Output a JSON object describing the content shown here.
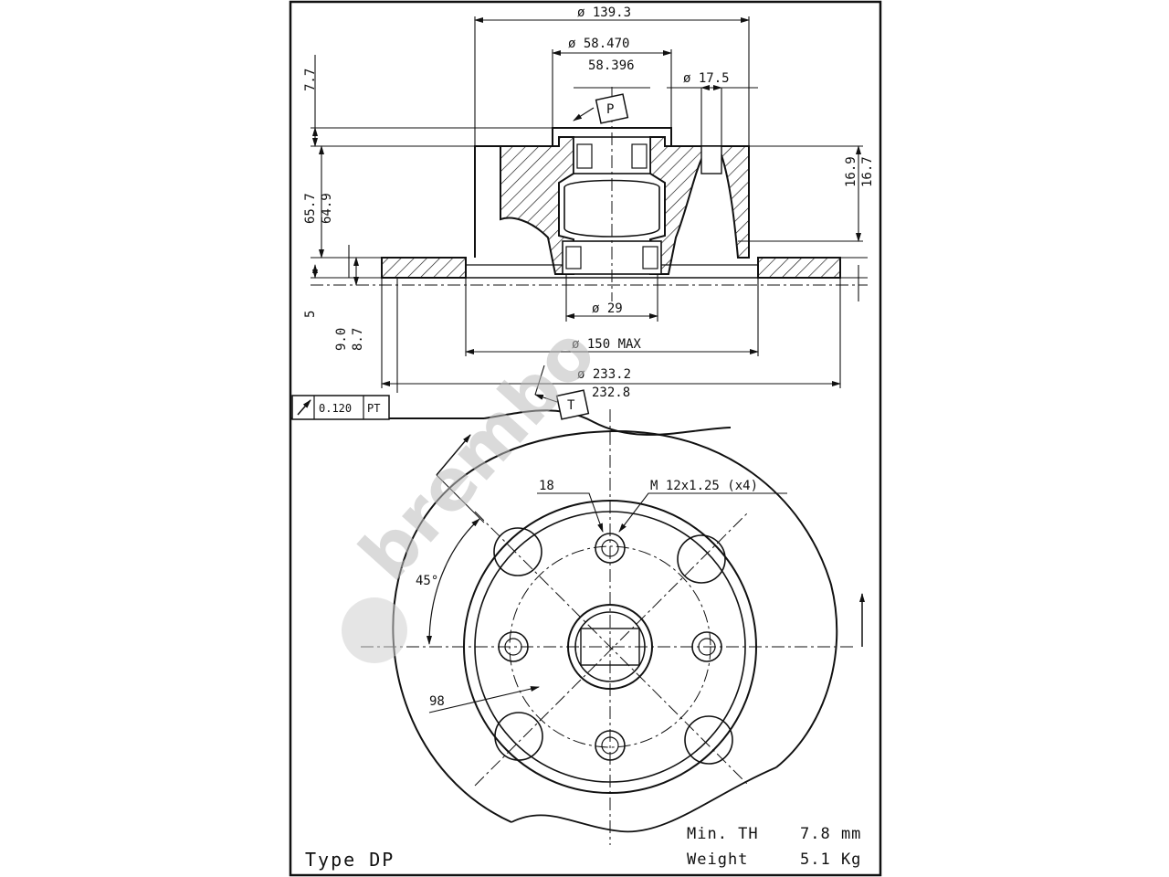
{
  "top_view": {
    "d_outer_hub": "ø 139.3",
    "d_bearing_max": "ø 58.470",
    "d_bearing_min": "58.396",
    "d_hole": "ø 17.5",
    "d_inner": "ø 29",
    "d_hat": "ø 150 MAX",
    "d_disc_max": "ø 233.2",
    "d_disc_min": "232.8",
    "h_7_7": "7.7",
    "h_65_7": "65.7",
    "h_64_9": "64.9",
    "h_5": "5",
    "h_9_0": "9.0",
    "h_8_7": "8.7",
    "h_16_9": "16.9",
    "h_16_7": "16.7",
    "datum_p": "P",
    "datum_t": "T",
    "tolerance_value": "0.120",
    "tolerance_ref": "PT"
  },
  "front_view": {
    "thread_label": "M 12x1.25 (x4)",
    "hole_label": "18",
    "angle_label": "45°",
    "pcd_label": "98"
  },
  "footer": {
    "type_label": "Type DP",
    "min_th_label": "Min. TH",
    "min_th_value": "7.8 mm",
    "weight_label": "Weight",
    "weight_value": "5.1 Kg"
  },
  "watermark": "brembo",
  "colors": {
    "line": "#111111",
    "paper": "#ffffff",
    "watermark": "#bdbdbd"
  }
}
